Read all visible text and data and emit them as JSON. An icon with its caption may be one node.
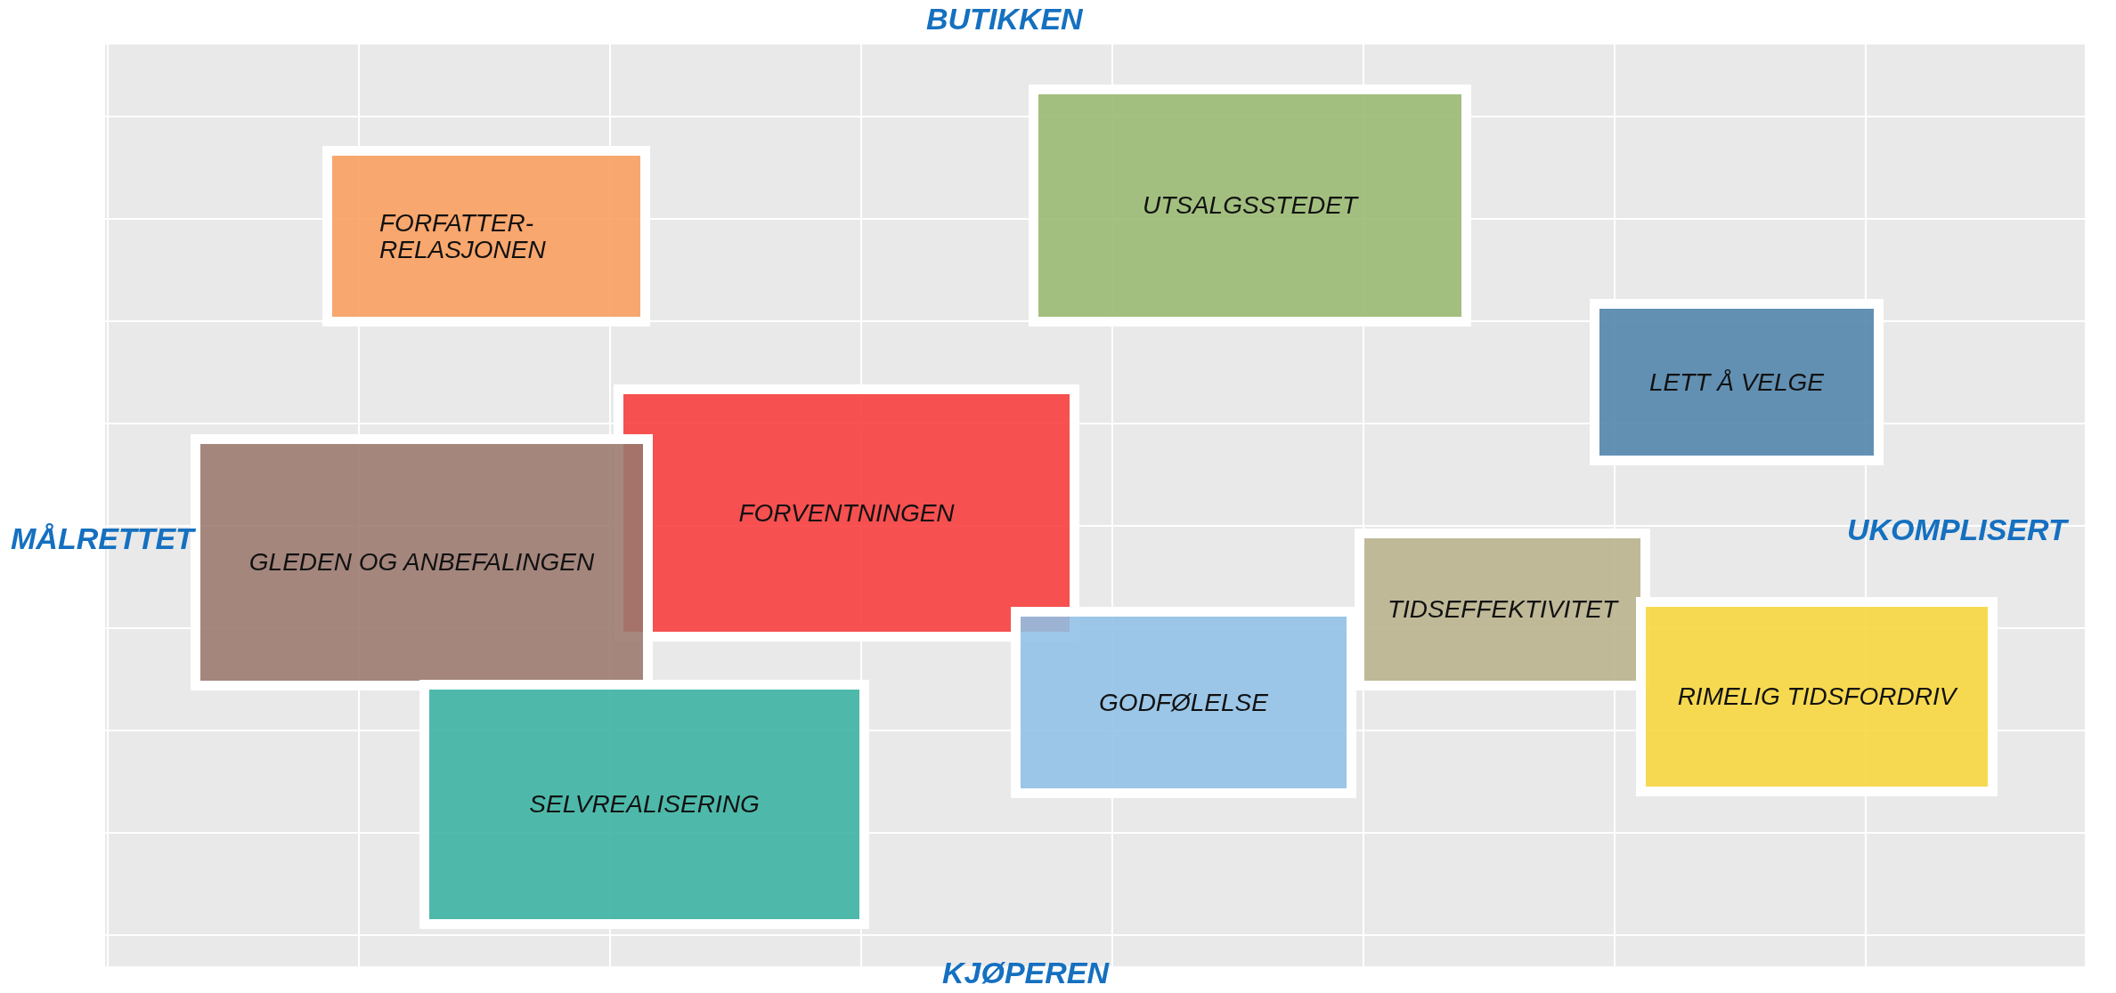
{
  "diagram": {
    "nodes": [
      {
        "text": [
          "UTSALGSSTEDET"
        ]
      },
      {
        "text": [
          "FORFATTER- RELASJONEN"
        ]
      },
      {
        "text": [
          "LETT Å VELGE"
        ]
      },
      {
        "text": [
          "FORVENTNINGEN"
        ]
      },
      {
        "text": [
          "GLEDEN OG ANBEFALINGEN"
        ]
      },
      {
        "text": [
          "TIDSEFFEKTIVITET"
        ]
      },
      {
        "text": [
          "RIMELIG TIDSFORDRIV"
        ]
      },
      {
        "text": [
          "GODFØLELSE"
        ]
      },
      {
        "text": [
          "SELVREALISERING"
        ]
      }
    ],
    "labels": [
      "BUTIKKEN",
      "MÅLRETTET",
      "UKOMPLISERT",
      "KJØPEREN"
    ]
  }
}
